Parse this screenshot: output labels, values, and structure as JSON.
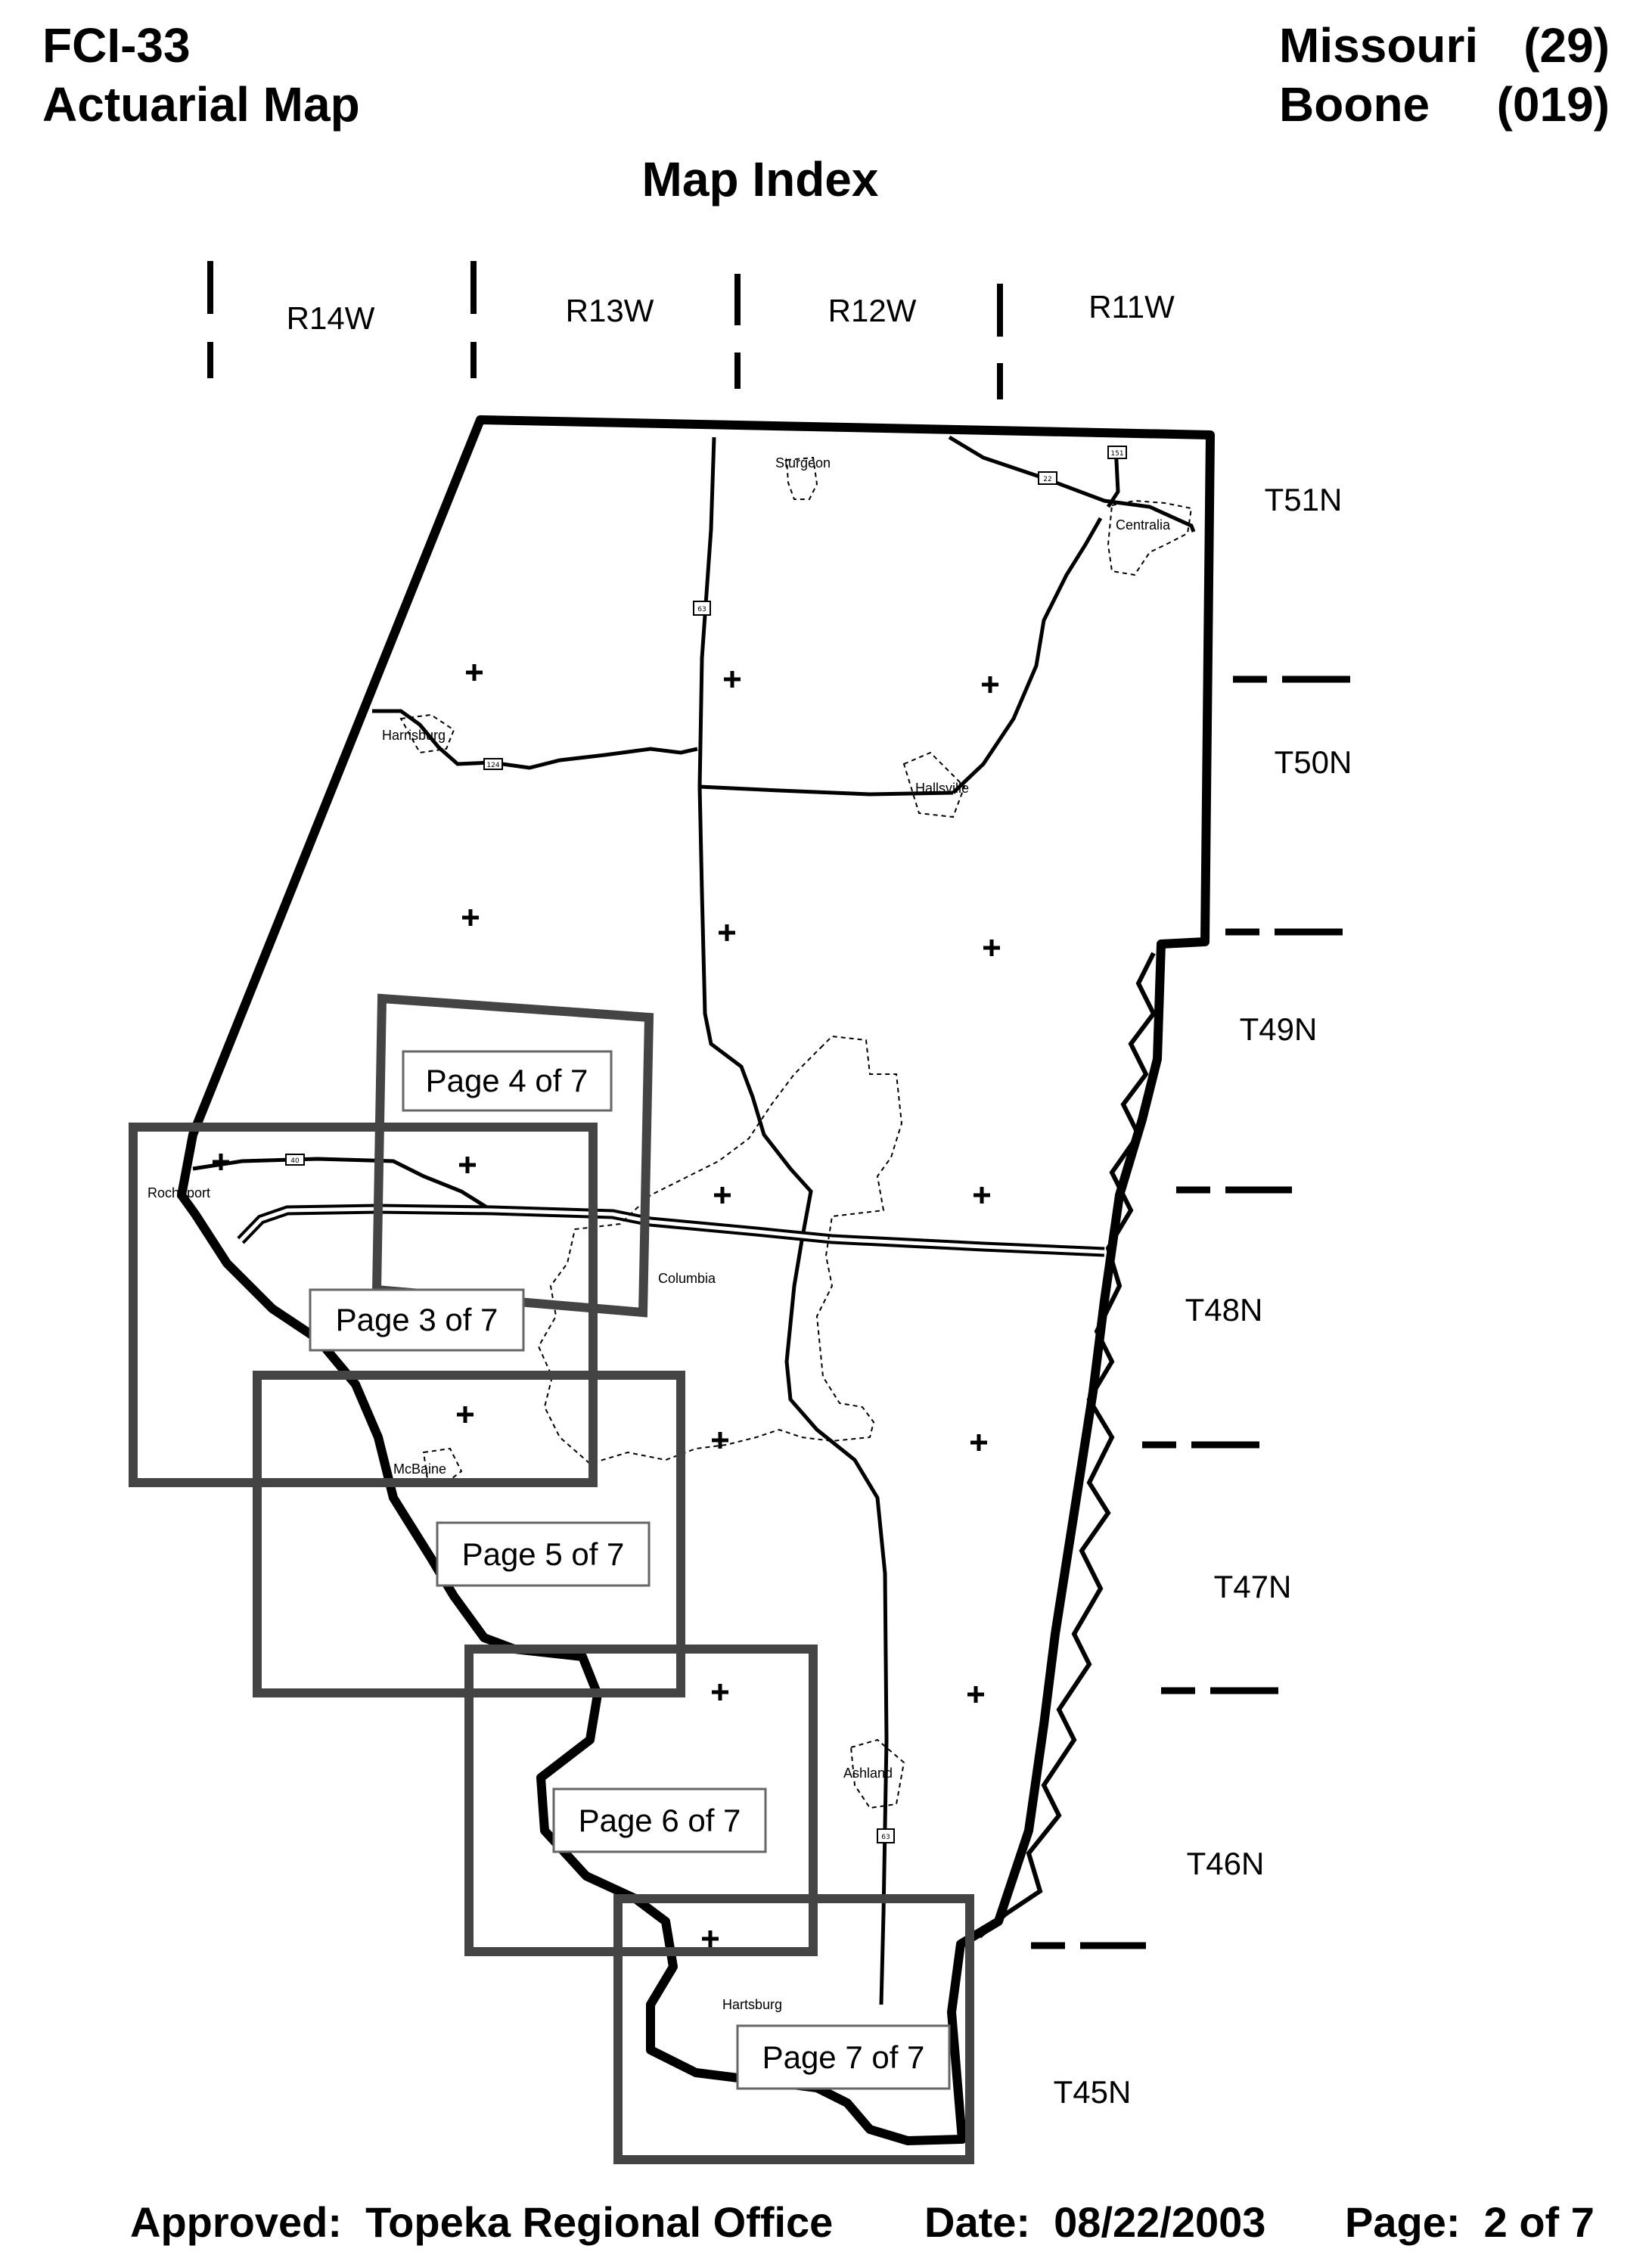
{
  "header": {
    "form_id": "FCI-33",
    "form_title": "Actuarial Map",
    "state_name": "Missouri",
    "state_code": "(29)",
    "county_name": "Boone",
    "county_code": "(019)"
  },
  "map_title": "Map Index",
  "ranges": [
    "R14W",
    "R13W",
    "R12W",
    "R11W"
  ],
  "townships": [
    "T51N",
    "T50N",
    "T49N",
    "T48N",
    "T47N",
    "T46N",
    "T45N"
  ],
  "page_boxes": [
    "Page 3 of 7",
    "Page 4 of 7",
    "Page 5 of 7",
    "Page 6 of 7",
    "Page 7 of 7"
  ],
  "places": [
    "Sturgeon",
    "Centralia",
    "Harrisburg",
    "Hallsville",
    "Rocheport",
    "Columbia",
    "McBaine",
    "Ashland",
    "Hartsburg"
  ],
  "route_shields": [
    "151",
    "22",
    "63",
    "124",
    "40",
    "63"
  ],
  "footer": {
    "approved_label": "Approved:",
    "approved_value": "Topeka Regional Office",
    "date_label": "Date:",
    "date_value": "08/22/2003",
    "page_label": "Page:",
    "page_value": "2 of 7"
  }
}
